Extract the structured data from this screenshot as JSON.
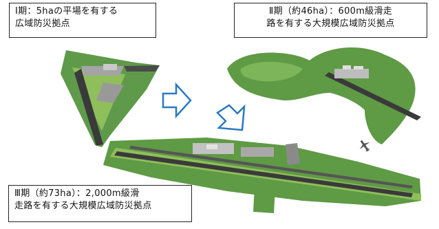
{
  "stages": [
    {
      "id": "phase1",
      "line1": "Ⅰ期：5haの平場を有する",
      "line2": "広域防災拠点"
    },
    {
      "id": "phase2",
      "line1": "Ⅱ期（約46ha）：600m級滑走",
      "line2": "路を有する大規模広域防災拠点"
    },
    {
      "id": "phase3",
      "line1": "Ⅲ期（約73ha）：2,000m級滑",
      "line2": "走路を有する大規模広域防災拠点"
    }
  ],
  "colors": {
    "arrow_stroke": "#2b78c2",
    "runway": "#3a3a3a",
    "grass": "#8fbf5a",
    "forest": "#5f9a45",
    "apron": "#9a9a9a"
  },
  "icons": [
    "airplane-icon"
  ]
}
